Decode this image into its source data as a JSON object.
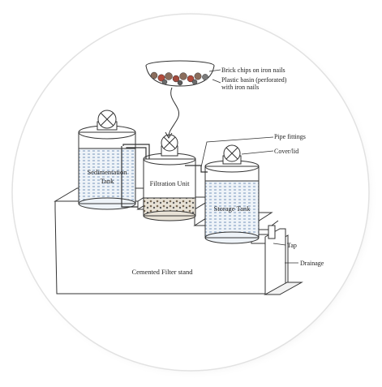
{
  "diagram": {
    "labels": {
      "brick_chips": "Brick chips on iron nails",
      "plastic_basin_1": "Plastic basin (perforated)",
      "plastic_basin_2": "with iron nails",
      "pipe_fittings": "Pipe fittings",
      "cover_lid": "Cover/lid",
      "sedimentation_1": "Sedimentation",
      "sedimentation_2": "Tank",
      "filtration_unit": "Filtration Unit",
      "storage_tank": "Storage Tank",
      "tap": "Tap",
      "drainage": "Drainage",
      "filter_stand": "Cemented Filter stand"
    }
  }
}
